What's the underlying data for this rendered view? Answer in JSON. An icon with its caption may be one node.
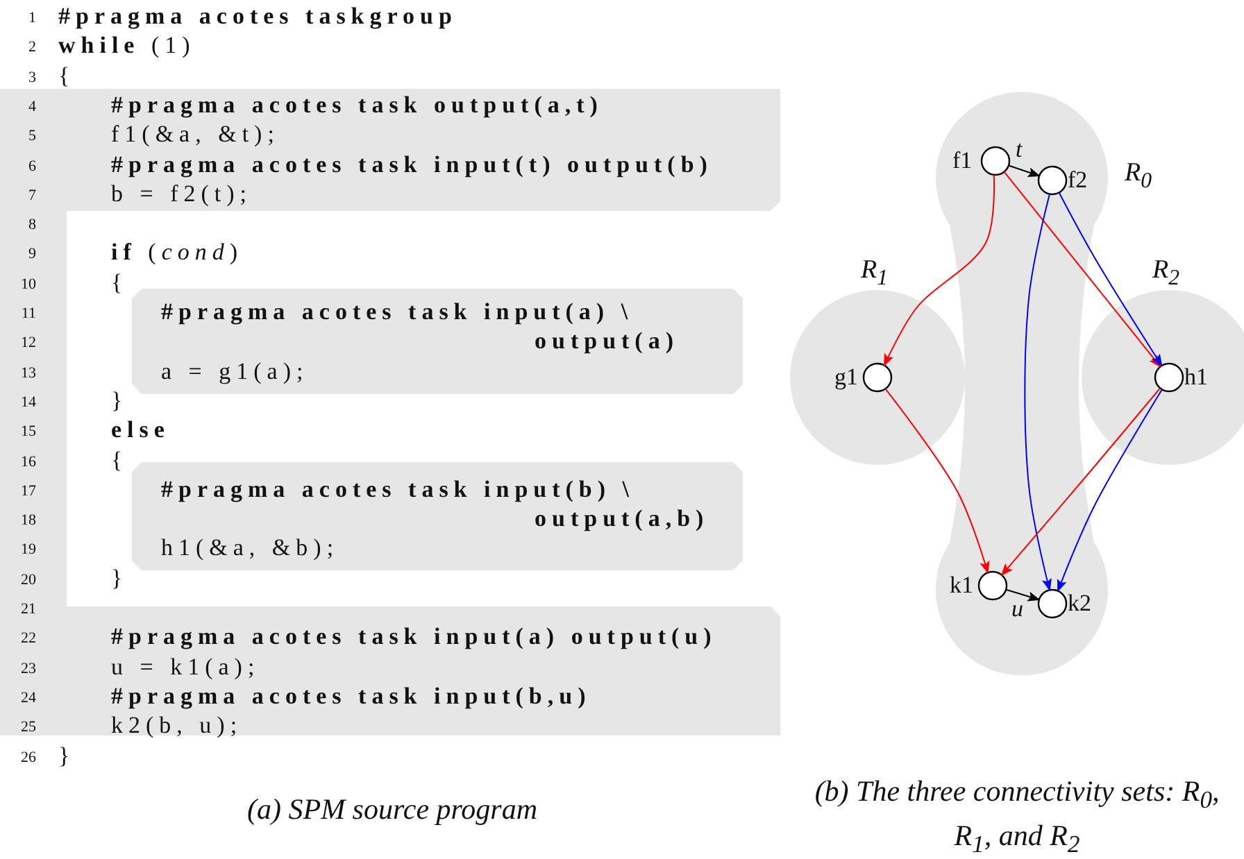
{
  "diagram": {
    "nodes": [
      {
        "text": [
          "*R*$_{0}$"
        ]
      },
      {
        "text": [
          "f1"
        ],
        "in": 0
      },
      {
        "text": [
          "f2"
        ],
        "in": 0
      },
      {
        "text": [
          "k1"
        ],
        "in": 0
      },
      {
        "text": [
          "k2"
        ],
        "in": 0
      },
      {
        "text": [
          "*R*$_{1}$"
        ]
      },
      {
        "text": [
          "g1"
        ],
        "in": 5
      },
      {
        "text": [
          "*R*$_{2}$"
        ]
      },
      {
        "text": [
          "h1"
        ],
        "in": 7
      }
    ],
    "edges": [
      {
        "from": 1,
        "to": 2,
        "arrow": "to",
        "label": "t",
        "color": "#000000"
      },
      {
        "from": 1,
        "to": 6,
        "arrow": "to",
        "color": "#ff0000"
      },
      {
        "from": 1,
        "to": 8,
        "arrow": "to",
        "color": "#ff0000"
      },
      {
        "from": 2,
        "to": 8,
        "arrow": "to",
        "color": "#0000ff"
      },
      {
        "from": 2,
        "to": 4,
        "arrow": "to",
        "color": "#0000ff"
      },
      {
        "from": 6,
        "to": 3,
        "arrow": "to",
        "color": "#ff0000"
      },
      {
        "from": 8,
        "to": 3,
        "arrow": "to",
        "color": "#ff0000"
      },
      {
        "from": 8,
        "to": 4,
        "arrow": "to",
        "color": "#0000ff"
      },
      {
        "from": 3,
        "to": 4,
        "arrow": "to",
        "label": "u",
        "color": "#000000"
      }
    ],
    "labels": [
      "1",
      "#pragma acotes taskgroup",
      "2",
      "**while** (1)",
      "3",
      "{",
      "4",
      "#pragma acotes task output(a,t)",
      "5",
      "f1(&a, &t);",
      "6",
      "#pragma acotes task input(t) output(b)",
      "7",
      "b = f2(t);",
      "8",
      "9",
      "**if** (*cond*)",
      "10",
      "{",
      "11",
      "#pragma acotes task input(a) \\",
      "12",
      "output(a)",
      "13",
      "a = g1(a);",
      "14",
      "}",
      "15",
      "else",
      "16",
      "{",
      "17",
      "#pragma acotes task input(b) \\",
      "18",
      "output(a,b)",
      "19",
      "h1(&a, &b);",
      "20",
      "}",
      "21",
      "22",
      "#pragma acotes task input(a) output(u)",
      "23",
      "u = k1(a);",
      "24",
      "#pragma acotes task input(b,u)",
      "25",
      "k2(b, u);",
      "26",
      "}",
      "(a) SPM source program",
      "(b) The three connectivity sets: R$_{0}$, R$_{1}$, and R$_{2}$"
    ]
  }
}
